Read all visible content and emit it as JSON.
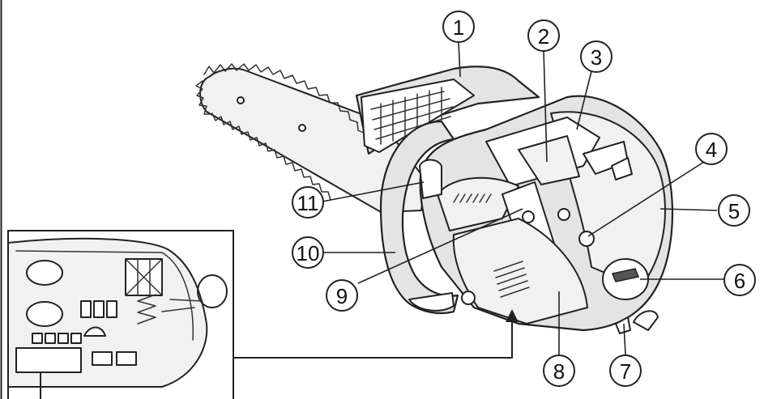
{
  "diagram": {
    "callouts": [
      "1",
      "2",
      "3",
      "4",
      "5",
      "6",
      "7",
      "8",
      "9",
      "10",
      "11"
    ],
    "colors": {
      "line": "#222222",
      "body": "#e4e4e4",
      "light": "#f1f1f1",
      "background": "#ffffff"
    }
  }
}
